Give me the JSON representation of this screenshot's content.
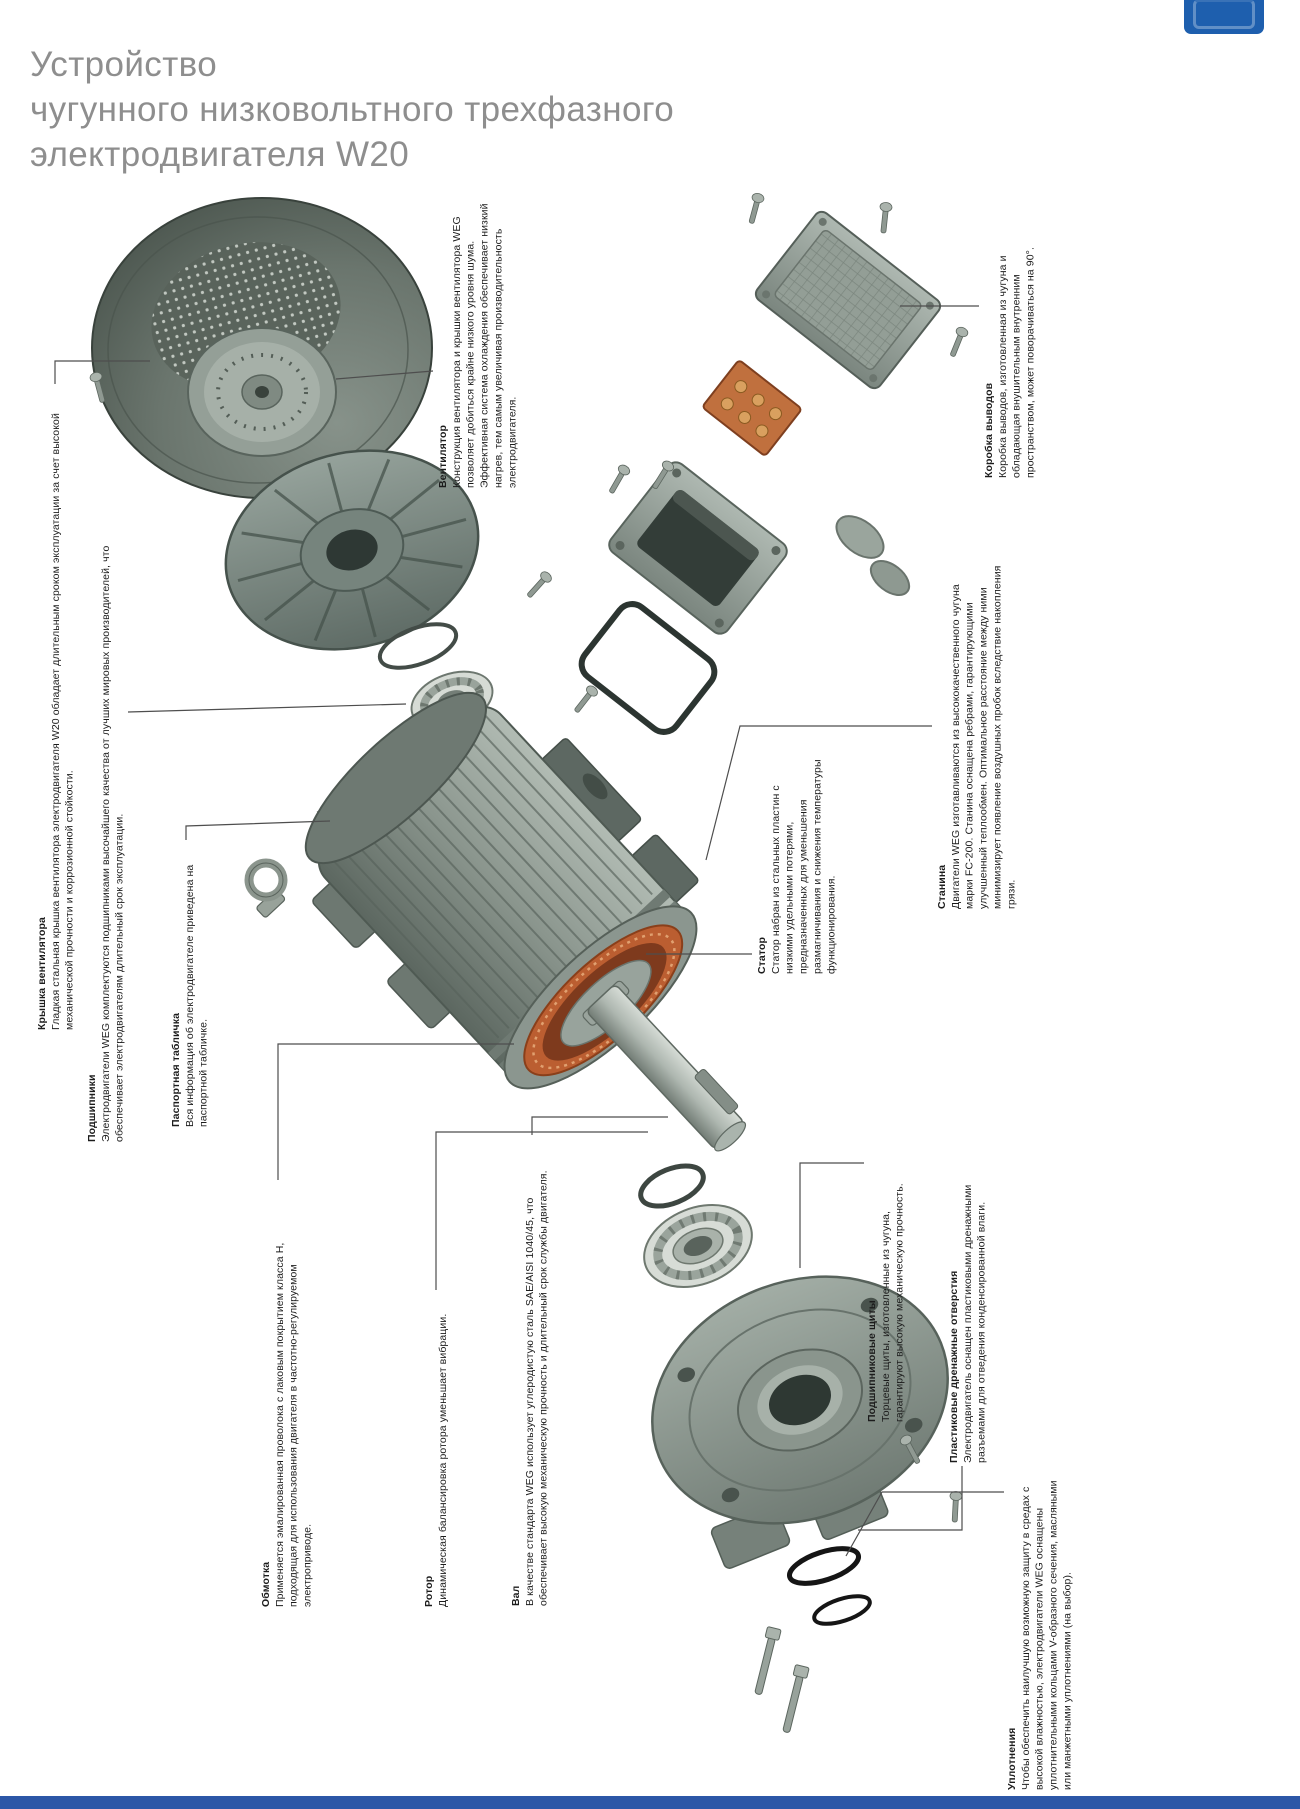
{
  "page": {
    "title_lines": [
      "Устройство",
      "чугунного низковольтного трехфазного",
      "электродвигателя W20"
    ],
    "brand_color": "#1e5fae",
    "footer_color": "#2c57a7",
    "logo_icon": "weg-logo"
  },
  "labels": [
    {
      "id": "fan-cover",
      "title": "Крышка вентилятора",
      "body": "Гладкая стальная крышка вентилятора электродвигателя W20 обладает длительным сроком эксплуатации за счет высокой механической прочности и коррозионной стойкости."
    },
    {
      "id": "bearings",
      "title": "Подшипники",
      "body": "Электродвигатели WEG комплектуются подшипниками высочайшего качества от лучших мировых производителей, что обеспечивает электродвигателям длительный срок эксплуатации."
    },
    {
      "id": "fan",
      "title": "Вентилятор",
      "body": "Конструкция вентилятора и крышки вентилятора WEG позволяет добиться крайне низкого уровня шума.\nЭффективная система охлаждения обеспечивает низкий нагрев, тем самым увеличивая производительность электродвигателя."
    },
    {
      "id": "terminal-box",
      "title": "Коробка выводов",
      "body": "Коробка выводов, изготовленная из чугуна и обладающая внушительным внутренним пространством, может поворачиваться на 90°."
    },
    {
      "id": "nameplate",
      "title": "Паспортная табличка",
      "body": "Вся информация об электродвигателе приведена на паспортной табличке."
    },
    {
      "id": "stator",
      "title": "Статор",
      "body": "Статор набран из стальных пластин с низкими удельными потерями, предназначенных для уменьшения размагничивания и снижения температуры функционирования."
    },
    {
      "id": "frame",
      "title": "Станина",
      "body": "Двигатели WEG изготавливаются из высококачественного чугуна марки FC-200. Станина оснащена ребрами, гарантирующими улучшенный теплообмен. Оптимальное расстояние между ними минимизирует появление воздушных пробок вследствие накопления грязи."
    },
    {
      "id": "winding",
      "title": "Обмотка",
      "body": "Применяется эмалированная проволока с лаковым покрытием класса H, подходящая для использования двигателя в частотно-регулируемом электроприводе."
    },
    {
      "id": "rotor",
      "title": "Ротор",
      "body": "Динамическая балансировка ротора уменьшает вибрации."
    },
    {
      "id": "shaft",
      "title": "Вал",
      "body": "В качестве стандарта WEG использует углеродистую сталь SAE/AISI 1040/45, что обеспечивает высокую механическую прочность и длительный срок службы двигателя."
    },
    {
      "id": "end-shields",
      "title": "Подшипниковые щиты",
      "body": "Торцевые щиты, изготовленные из чугуна, гарантируют высокую механическую прочность."
    },
    {
      "id": "drain-holes",
      "title": "Пластиковые дренажные отверстия",
      "body": "Электродвигатель оснащен пластиковыми дренажными разъемами для отведения конденсированной влаги."
    },
    {
      "id": "seals",
      "title": "Уплотнения",
      "body": "Чтобы обеспечить наилучшую возможную защиту в средах с высокой влажностью, электродвигатели WEG оснащены уплотнительными кольцами V-образного сечения, масляными или манжетными уплотнениями (на выбор)."
    }
  ]
}
